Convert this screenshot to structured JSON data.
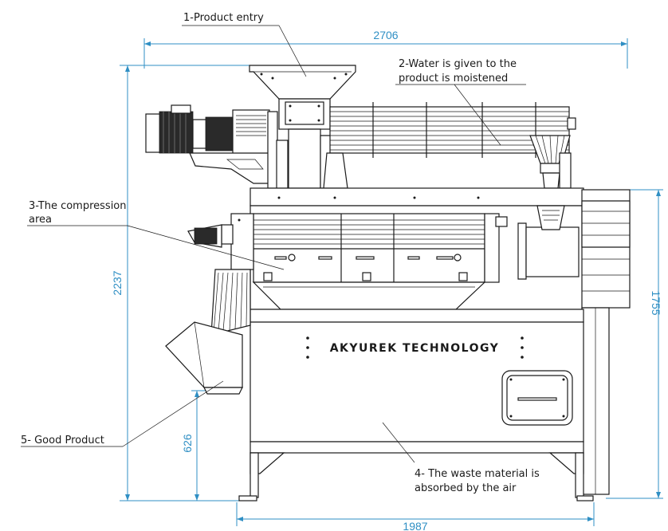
{
  "labels": {
    "product_entry": "1-Product entry",
    "water_line1": "2-Water is given to the",
    "water_line2": "product is moistened",
    "compression_line1": "3-The compression",
    "compression_line2": "area",
    "waste_line1": "4- The waste material is",
    "waste_line2": "absorbed by the air",
    "good_product": "5- Good Product"
  },
  "brand": "AKYUREK TECHNOLOGY",
  "dimensions": {
    "overall_width": "2706",
    "overall_height": "2237",
    "right_height": "1755",
    "outlet_height": "626",
    "base_width": "1987"
  },
  "colors": {
    "dimension": "#2f8fc4",
    "line": "#1a1a1a"
  }
}
